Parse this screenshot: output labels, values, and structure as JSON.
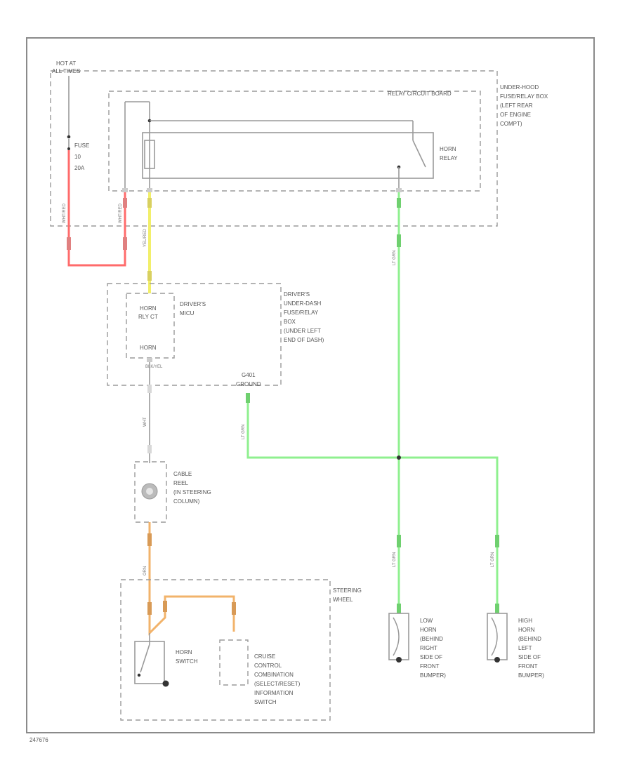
{
  "labels": {
    "hot_at_all_times": [
      "HOT AT",
      "ALL TIMES"
    ],
    "fuse": [
      "FUSE",
      "10",
      "20A"
    ],
    "relay_circuit_board": "RELAY CIRCUIT BOARD",
    "underhood_box": [
      "UNDER-HOOD",
      "FUSE/RELAY BOX",
      "(LEFT REAR",
      "OF ENGINE",
      "COMPT)"
    ],
    "horn_relay": [
      "HORN",
      "RELAY"
    ],
    "horn_rly_ct": [
      "HORN",
      "RLY CT"
    ],
    "horn_term": "HORN",
    "drivers_mcu": [
      "DRIVER'S",
      "MICU"
    ],
    "under_dash_box": [
      "DRIVER'S",
      "UNDER-DASH",
      "FUSE/RELAY",
      "BOX",
      "(UNDER LEFT",
      "END OF DASH)"
    ],
    "g401_ground": [
      "G401",
      "GROUND"
    ],
    "cable_reel": [
      "CABLE",
      "REEL",
      "(IN STEERING",
      "COLUMN)"
    ],
    "steering_wheel": [
      "STEERING",
      "WHEEL"
    ],
    "horn_switch": [
      "HORN",
      "SWITCH"
    ],
    "cruise_switch": [
      "CRUISE",
      "CONTROL",
      "COMBINATION",
      "(SELECT/RESET)",
      "INFORMATION",
      "SWITCH"
    ],
    "low_horn": [
      "LOW",
      "HORN",
      "(BEHIND",
      "RIGHT",
      "SIDE OF",
      "FRONT",
      "BUMPER)"
    ],
    "high_horn": [
      "HIGH",
      "HORN",
      "(BEHIND",
      "LEFT",
      "SIDE OF",
      "FRONT",
      "BUMPER)"
    ],
    "diagram_code": "247676"
  },
  "wire_labels": {
    "red": [
      "WHT/RED",
      "WHT/RED"
    ],
    "yellow": "YEL/RED",
    "horn_out": "BLK/YEL",
    "green_top": "LT GRN",
    "green_left": "LT GRN",
    "green_low": "LT GRN",
    "green_high": "LT GRN",
    "white": "WHT",
    "orange": "ORN"
  },
  "colors": {
    "red_wire": "#ff6b6b",
    "yellow_wire": "#f2ef6a",
    "green_wire": "#8ff08f",
    "orange_wire": "#f2b36b",
    "frame": "#8a8a8a"
  }
}
